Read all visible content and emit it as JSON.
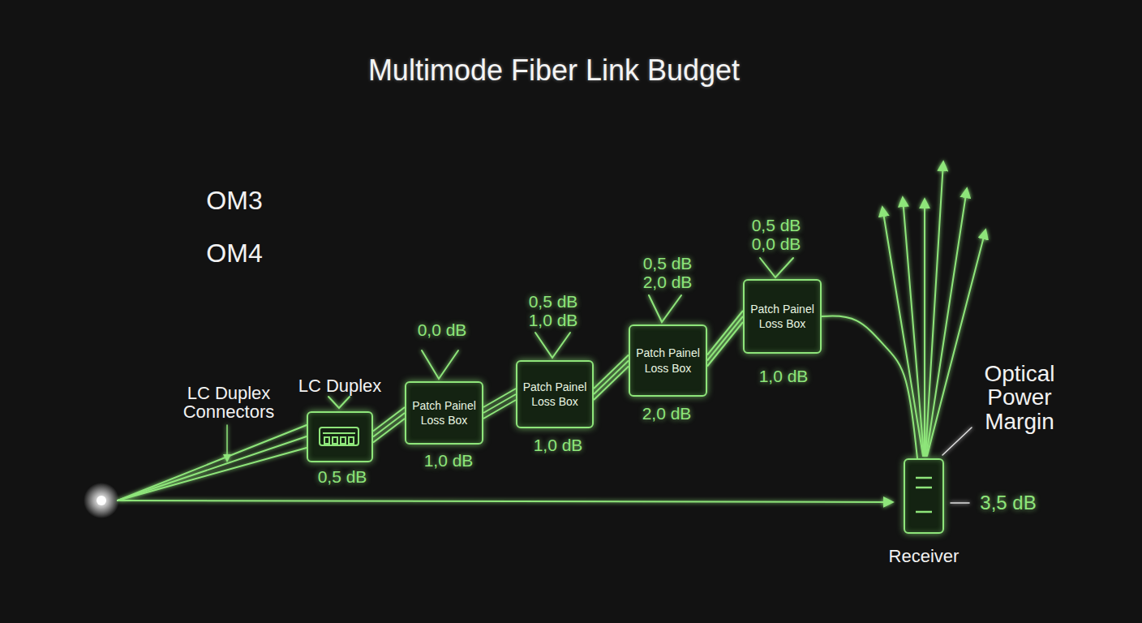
{
  "diagram": {
    "title": "Multimode Fiber Link Budget",
    "nodes": [
      {
        "text": [
          "LC Duplex"
        ]
      },
      {
        "text": [
          "Patch Painel Loss Box"
        ]
      },
      {
        "text": [
          "Patch Painel Loss Box"
        ]
      },
      {
        "text": [
          "Patch Painel Loss Box"
        ]
      },
      {
        "text": [
          "Patch Painel Loss Box"
        ]
      },
      {
        "text": [
          "Receiver"
        ]
      }
    ],
    "edges": [
      {
        "from": 0,
        "to": 1,
        "arrow": "none"
      },
      {
        "from": 1,
        "to": 2,
        "arrow": "none"
      },
      {
        "from": 2,
        "to": 3,
        "arrow": "none"
      },
      {
        "from": 3,
        "to": 4,
        "arrow": "none"
      },
      {
        "from": 4,
        "to": 5,
        "arrow": "none"
      }
    ],
    "labels": [
      "OM3",
      "OM4",
      "LC Duplex Connectors",
      "0,5 dB",
      "0,0 dB",
      "1,0 dB",
      "0,5 dB",
      "1,0 dB",
      "1,0 dB",
      "0,5 dB",
      "2,0 dB",
      "2,0 dB",
      "0,5 dB",
      "0,0 dB",
      "1,0 dB",
      "Optical Power Margin",
      "3,5 dB"
    ]
  }
}
